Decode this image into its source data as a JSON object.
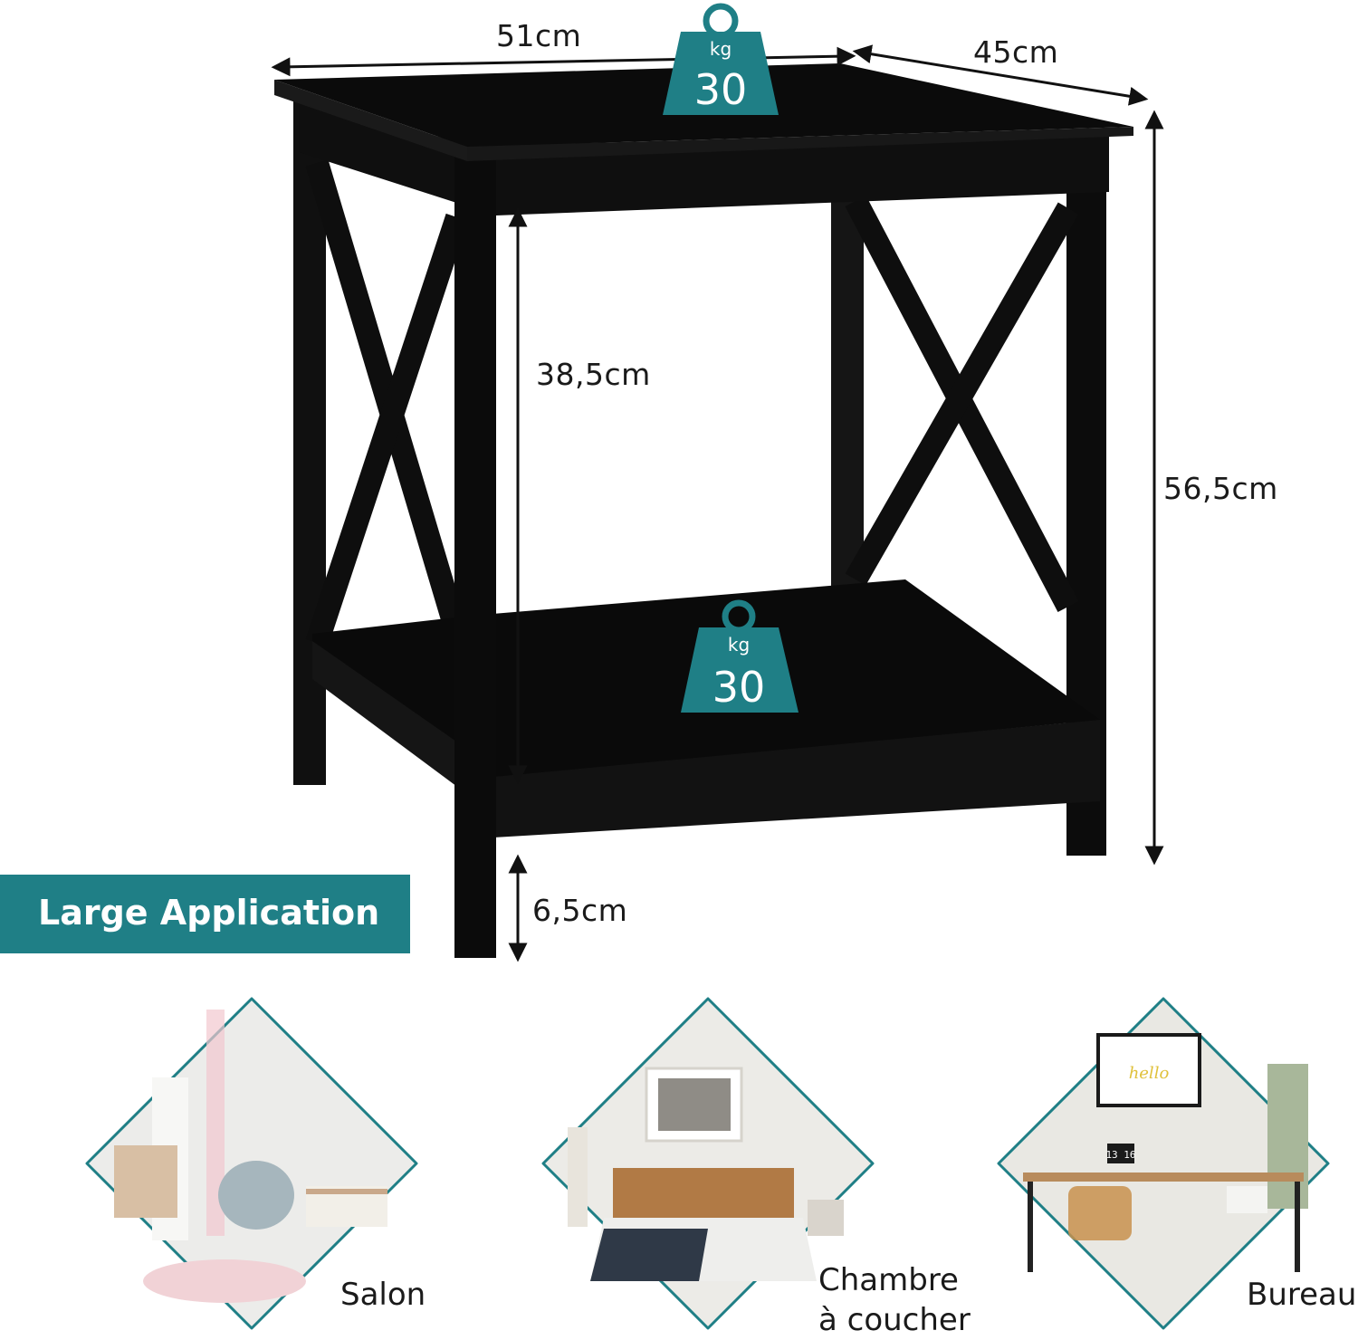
{
  "dimensions": {
    "width": "51cm",
    "depth": "45cm",
    "shelf_gap": "38,5cm",
    "total_height": "56,5cm",
    "leg_height": "6,5cm"
  },
  "weights": {
    "top": {
      "unit": "kg",
      "value": "30"
    },
    "shelf": {
      "unit": "kg",
      "value": "30"
    }
  },
  "banner": {
    "label": "Large Application"
  },
  "rooms": [
    {
      "label_lines": [
        "Salon"
      ]
    },
    {
      "label_lines": [
        "Chambre",
        "à coucher"
      ]
    },
    {
      "label_lines": [
        "Bureau"
      ]
    }
  ],
  "colors": {
    "accent": "#1f7f86",
    "furniture": "#0d0d0d"
  }
}
